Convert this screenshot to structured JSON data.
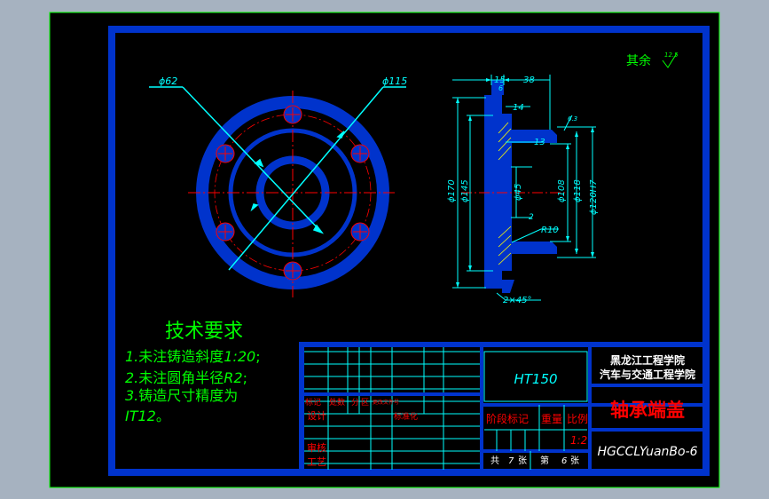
{
  "colors": {
    "background": "#a6b2c0",
    "paper": "#000000",
    "frame_outer": "#00ff00",
    "frame_inner": "#0033cc",
    "part": "#0033cc",
    "dimension": "#00ffff",
    "center_line": "#ff0000",
    "section_hatch": "#ffff00",
    "text_green": "#00ff00",
    "text_white": "#ffffff",
    "text_red": "#ff0000",
    "title_grid": "#00ffff"
  },
  "roughness_note": {
    "label": "其余",
    "value": "12.5"
  },
  "front_view": {
    "dim_small_hole": "ϕ62",
    "dim_bolt_circle": "ϕ115"
  },
  "section_view": {
    "dim_top_15": "15",
    "dim_top_38": "38",
    "dim_14": "14",
    "dim_13": "13",
    "dim_6": "6",
    "dim_2": "2",
    "dim_r10": "R10",
    "dim_d170": "ϕ170",
    "dim_d145": "ϕ145",
    "dim_d45": "ϕ45",
    "dim_d108": "ϕ108",
    "dim_d118": "ϕ118",
    "dim_d120": "ϕ120H7",
    "dim_chamfer": "2×45°",
    "roughness_small": "6.3"
  },
  "tech_requirements": {
    "title": "技术要求",
    "item1_num": "1.",
    "item1_text": "未注铸造斜度",
    "item1_value": "1:20",
    "item1_end": ";",
    "item2_num": "2.",
    "item2_text": "未注圆角半径",
    "item2_value": "R2",
    "item2_end": ";",
    "item3_num": "3.",
    "item3_text": "铸造尺寸精度为",
    "item3_value": "IT12",
    "item3_end": "。"
  },
  "title_block": {
    "material": "HT150",
    "school_line1": "黑龙江工程学院",
    "school_line2": "汽车与交通工程学院",
    "part_name": "轴承端盖",
    "row_header": [
      "标记",
      "处数",
      "分",
      "区",
      "更改文件号"
    ],
    "design_label": "设计",
    "standardize_label": "标准化",
    "review_label": "审核",
    "process_label": "工艺",
    "stage_mark": "阶段标记",
    "weight": "重量",
    "scale_label": "比例",
    "scale_value": "1:2",
    "total_label": "共",
    "total_value": "7",
    "sheet_unit": "张",
    "sheet_label": "第",
    "sheet_value": "6",
    "sheet_unit2": "张",
    "drawing_code": "HGCCLYuanBo-6"
  }
}
